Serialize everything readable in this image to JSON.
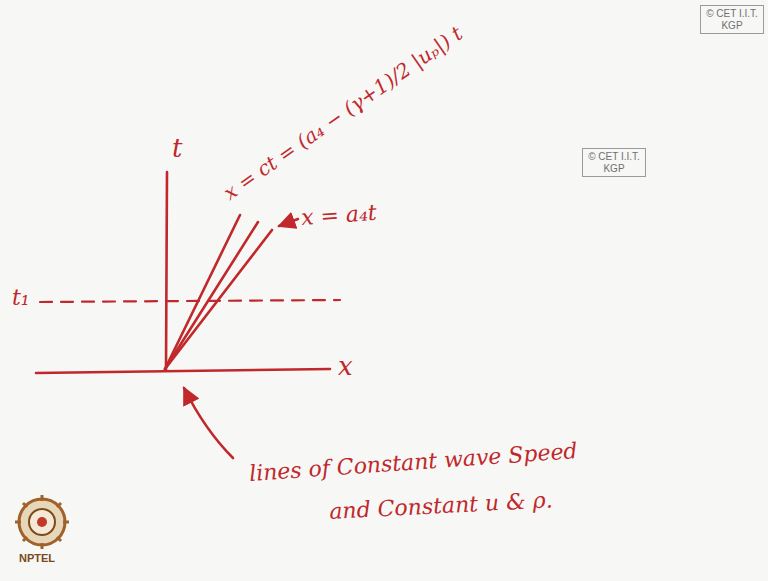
{
  "diagram": {
    "nodes": [
      {
        "text": [
          "© CET I.I.T. KGP"
        ]
      },
      {
        "text": [
          "© CET I.I.T. KGP"
        ]
      }
    ],
    "labels": [
      "t",
      "x",
      "t₁",
      "x = ct = (a₄ − (γ+1)/2 |uₚ|) t",
      "x = a₄t",
      "lines of Constant wave Speed",
      "and Constant u & ρ.",
      "NPTEL"
    ]
  }
}
